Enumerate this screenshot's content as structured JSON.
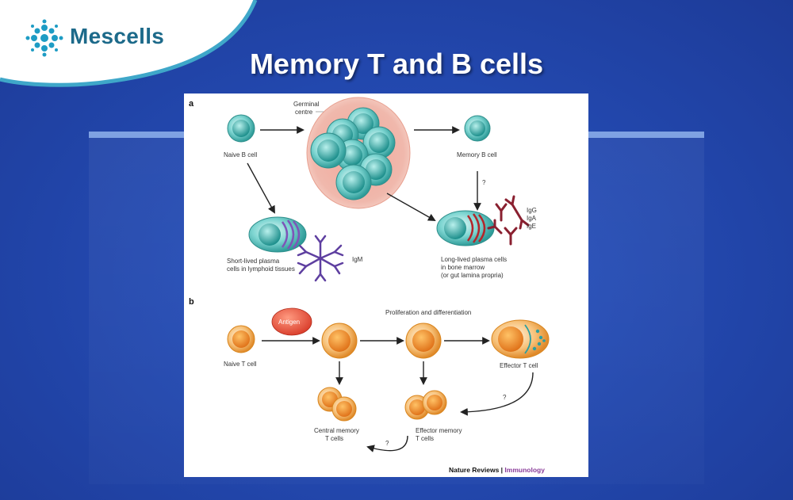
{
  "brand": {
    "name": "Mescells",
    "color": "#1d6a8a"
  },
  "slide": {
    "title": "Memory T and B cells"
  },
  "figure": {
    "panel_a": {
      "letter": "a",
      "germinal": [
        "Germinal",
        "centre"
      ],
      "naive_b": "Naive B cell",
      "memory_b": "Memory B cell",
      "question": "?",
      "short_lived": [
        "Short-lived plasma",
        "cells in lymphoid tissues"
      ],
      "igm": "IgM",
      "long_lived": [
        "Long-lived plasma cells",
        "in bone marrow",
        "(or gut lamina propria)"
      ],
      "ig_types": [
        "IgG",
        "IgA",
        "IgE"
      ]
    },
    "panel_b": {
      "letter": "b",
      "antigen": "Antigen",
      "prolif": "Proliferation and differentiation",
      "naive_t": "Naive T cell",
      "effector_t": "Effector T cell",
      "central": [
        "Central memory",
        "T cells"
      ],
      "effector_mem": [
        "Effector memory",
        "T cells"
      ],
      "q1": "?",
      "q2": "?"
    },
    "credit": {
      "journal": "Nature Reviews",
      "sep": " | ",
      "section": "Immunology",
      "section_color": "#8a3d9a"
    }
  }
}
